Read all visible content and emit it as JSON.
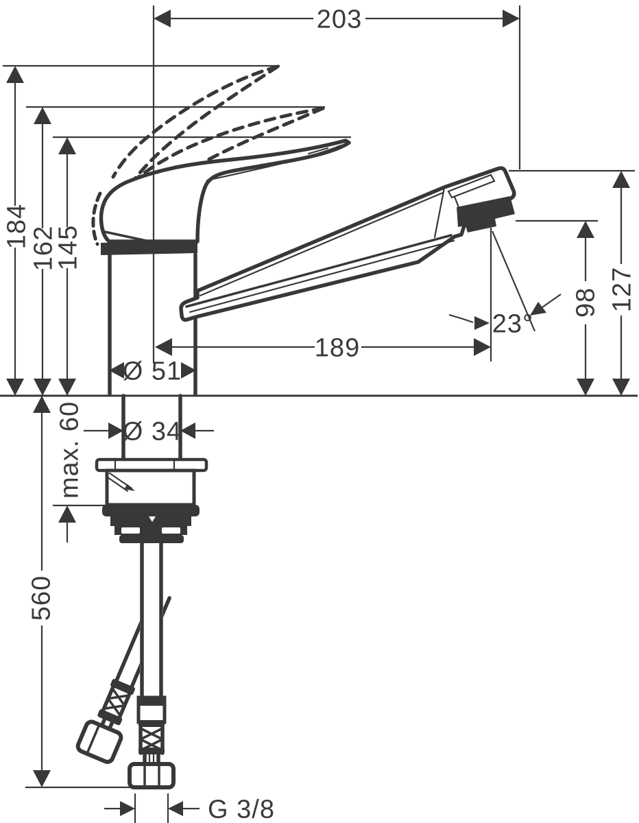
{
  "drawing": {
    "subject": "Single-lever kitchen mixer tap - technical dimension drawing (side view with below-counter supply hoses)",
    "units": "mm",
    "ink_color": "#383838",
    "background_color": "#ffffff"
  },
  "dims": {
    "d203": "203",
    "d184": "184",
    "d162": "162",
    "d145": "145",
    "d189": "189",
    "d51": "Ø 51",
    "d34": "Ø 34",
    "dmax60": "max. 60",
    "d560": "560",
    "d23": "23°",
    "d98": "98",
    "d127": "127",
    "dG38": "G 3/8"
  }
}
